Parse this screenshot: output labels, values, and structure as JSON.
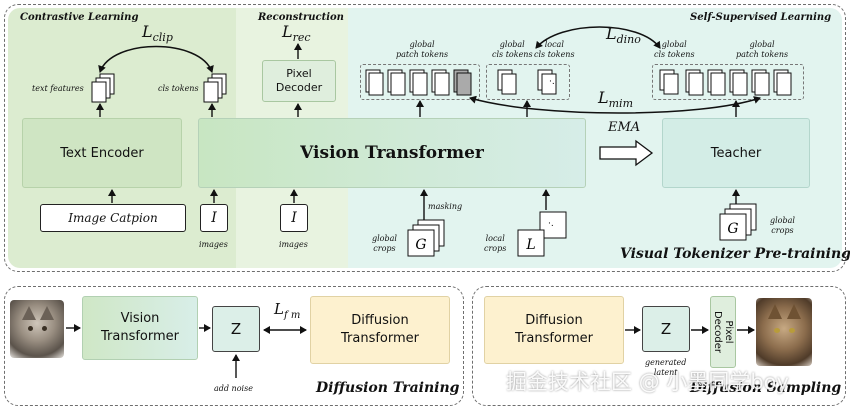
{
  "top": {
    "contrastive_title": "Contrastive Learning",
    "reconstruction_title": "Reconstruction",
    "ssl_title": "Self-Supervised Learning",
    "pretrain_title": "Visual Tokenizer Pre-training",
    "l_clip": "L",
    "l_clip_sub": "clip",
    "l_rec": "L",
    "l_rec_sub": "rec",
    "l_dino": "L",
    "l_dino_sub": "dino",
    "l_mim": "L",
    "l_mim_sub": "mim",
    "text_features": "text features",
    "cls_tokens": "cls tokens",
    "pixel_decoder_line1": "Pixel",
    "pixel_decoder_line2": "Decoder",
    "global_patch_tokens_1": "global",
    "global_patch_tokens_1b": "patch tokens",
    "global_cls_tokens_1": "global",
    "global_cls_tokens_1b": "cls tokens",
    "local_cls_tokens": "local",
    "local_cls_tokens_b": "cls tokens",
    "global_cls_tokens_2": "global",
    "global_cls_tokens_2b": "cls tokens",
    "global_patch_tokens_2": "global",
    "global_patch_tokens_2b": "patch tokens",
    "text_encoder": "Text Encoder",
    "vision_transformer": "Vision Transformer",
    "ema": "EMA",
    "teacher": "Teacher",
    "image_caption": "Image Catpion",
    "img_I": "I",
    "images_1": "images",
    "images_2": "images",
    "masking": "masking",
    "global_crops_1": "global",
    "global_crops_1b": "crops",
    "local_crops": "local",
    "local_crops_b": "crops",
    "global_crops_2": "global",
    "global_crops_2b": "crops",
    "G": "G",
    "L": "L"
  },
  "bottom_left": {
    "vision_transformer_1": "Vision",
    "vision_transformer_2": "Transformer",
    "z": "Z",
    "l_fm": "L",
    "l_fm_sub": "f m",
    "diffusion_1": "Diffusion",
    "diffusion_2": "Transformer",
    "add_noise": "add noise",
    "title": "Diffusion Training"
  },
  "bottom_right": {
    "diffusion_1": "Diffusion",
    "diffusion_2": "Transformer",
    "z": "Z",
    "pixel_decoder_1": "Pixel",
    "pixel_decoder_2": "Decoder",
    "generated": "generated",
    "latent": "latent",
    "title": "Diffusion Sampling"
  },
  "watermark": "掘金技术社区 @ 小墨同学boy",
  "colors": {
    "green_light": "#e4f1dc",
    "green_mid": "#d2e8c6",
    "teal_light": "#dff2ec",
    "yellow": "#fdf3d1",
    "vision_grad_left": "#c8e6c2"
  }
}
